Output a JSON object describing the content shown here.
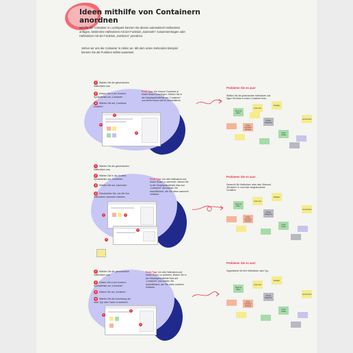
{
  "header": {
    "title": "Ideen mithilfe von Containern anordnen",
    "intro": "Mithilfe der Container in Lucidspark können Sie diesen automatisch Haftnotizen anfügen, bestimmte Haftnotizen mit der Funktion „Sammeln“ zusammentragen oder Haftnotizen mit der Funktion „Sortieren“ anordnen.",
    "intro2": "Sehen wir uns die Container in Aktion an. Mit dem unten stehenden Beispiel können Sie die Funktion selbst austesten."
  },
  "sections": [
    {
      "steps": [
        {
          "n": "1",
          "text": "Wählen Sie die gewünschten Haftnotizen aus."
        },
        {
          "n": "2",
          "text": "Klicken Sie in der Kontext-Symbolleiste auf „Container“."
        },
        {
          "n": "3",
          "text": "Wählen Sie auf „Container erstellen“."
        }
      ],
      "tip_label": "Profi-Tipp:",
      "tip": "Sie können Container in einem Board hinzufügen. Klicken Sie in der Hauptsymbolleiste auf „Container“ und ziehen einen auf Ihr Arbeitsfläche.",
      "problem_title": "Probieren Sie es aus!",
      "problem_desc": "Wählen Sie die gewünschten Haftnotizen und fügen Sie diese in einem Container hinzu.",
      "labels": [
        "Code Tops",
        "Boktipps",
        "Ideas de Baum",
        "Private Blogposts",
        "Gutes schreiben Vorteilen",
        "Guten Artikel",
        "Zeiten",
        "Lebensmittel"
      ]
    },
    {
      "steps": [
        {
          "n": "1",
          "text": "Wählen Sie die gewünschten Haftnotizen aus."
        },
        {
          "n": "2",
          "text": "Wählen Sie in der Kontext-Symbolleiste auf „Container“."
        },
        {
          "n": "3",
          "text": "Wählen Sie auf „Sammeln“."
        },
        {
          "n": "4",
          "text": "Entscheiden Sie, wie Sie Ihre Haftnotizen sammeln möchten."
        }
      ],
      "tip_label": "Profi-Tipp:",
      "tip": "Um alle Haftnotizen auf einem Board zu sammeln, klicken Sie in der Hauptsymbolleiste links auf „Container“ und wählen Sie anschließend, wie Sie diese sammeln möchten.",
      "problem_title": "Probieren Sie es aus!",
      "problem_desc": "Sammeln Sie Haftnotizen unter dem Stichwort „Recepten“ in und einen eingebundenen Container.",
      "labels": [
        "Code Tops",
        "Boktipps",
        "Ideas de Baum",
        "Private Blogposts",
        "Gutes schreiben Vorteilen",
        "Guten Artikel",
        "Zeiten",
        "Lebensmittel"
      ]
    },
    {
      "steps": [
        {
          "n": "1",
          "text": "Wählen Sie die gewünschten Haftnotizen aus."
        },
        {
          "n": "2",
          "text": "Klicken Sie in der Kontext-Symbolleiste auf „Container“."
        },
        {
          "n": "3",
          "text": "Klicken Sie auf „Sortieren“."
        },
        {
          "n": "4",
          "text": "Wählen Sie die Anordnung der nach Typ oder Farbe zu sortieren."
        }
      ],
      "tip_label": "Profi-Tipp:",
      "tip": "Um alle Haftnotizen auf einem Board zu sortieren, klicken Sie in der Hauptsymbolleiste links auf „Container“ und wählen Sie anschließend, wie Sie diese sortieren möchten.",
      "problem_title": "Probieren Sie es aus!",
      "problem_desc": "Organisieren Sie Ihre Haftnotizen nach Typ.",
      "labels": [
        "Code Tops",
        "Boktipps",
        "Ideas de Baum",
        "Private Blogposts",
        "Gutes schreiben Vorteilen",
        "Guten Artikel",
        "Zeiten",
        "Lebensmittel"
      ]
    }
  ],
  "colors": {
    "accent": "#e8333f",
    "lavender": "#c8c6f4",
    "navy": "#1f2a8c",
    "sticky_yellow": "#f5ec8d",
    "sticky_green": "#a6dcaa",
    "sticky_orange": "#f7b49b",
    "sticky_gray": "#b9b9c2",
    "sticky_purple": "#c9c3ea"
  }
}
